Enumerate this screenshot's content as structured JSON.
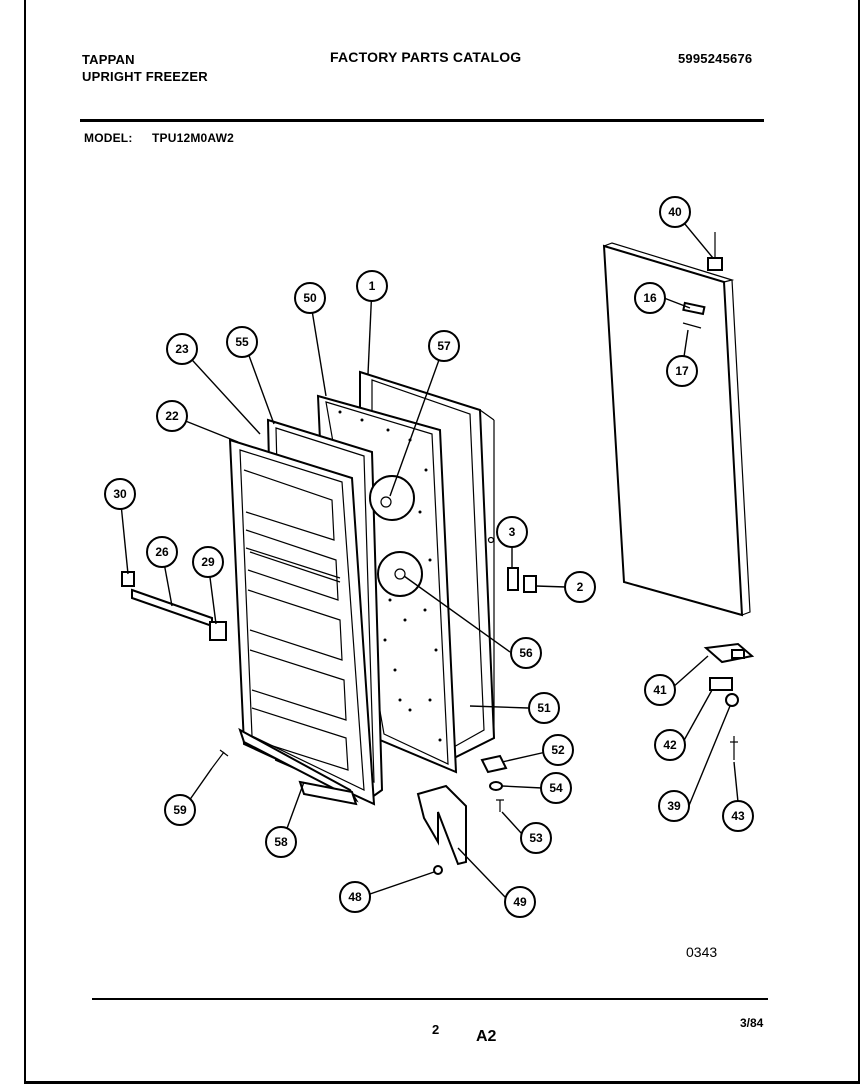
{
  "header": {
    "brand": "TAPPAN",
    "product": "UPRIGHT FREEZER",
    "catalog_title": "FACTORY PARTS CATALOG",
    "catalog_number": "5995245676",
    "model_label": "MODEL:",
    "model_value": "TPU12M0AW2"
  },
  "diagram": {
    "figure_code": "0343",
    "callouts": [
      "40",
      "16",
      "17",
      "1",
      "50",
      "57",
      "55",
      "23",
      "22",
      "3",
      "2",
      "30",
      "26",
      "29",
      "56",
      "51",
      "52",
      "54",
      "53",
      "59",
      "58",
      "48",
      "49",
      "41",
      "42",
      "39",
      "43"
    ]
  },
  "footer": {
    "page_number": "2",
    "section": "A2",
    "date": "3/84"
  }
}
